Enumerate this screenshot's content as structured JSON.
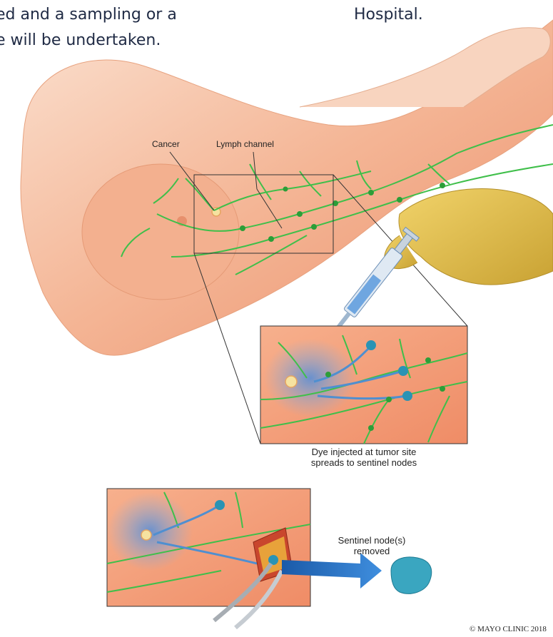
{
  "top_left_text": {
    "line1": "ed and a sampling or a",
    "line2": "e will be undertaken."
  },
  "top_right_text": {
    "line1": "Hospital."
  },
  "illustration": {
    "labels": {
      "cancer": "Cancer",
      "lymph_channel": "Lymph channel"
    },
    "caption_1": {
      "line1": "Dye injected at tumor site",
      "line2": "spreads to sentinel nodes"
    },
    "caption_2": {
      "line1": "Sentinel node(s)",
      "line2": "removed"
    },
    "copyright": "© MAYO CLINIC 2018"
  },
  "colors": {
    "skin": "#f2a07e",
    "skin_light": "#f8c9ae",
    "lymph": "#3fbf4a",
    "dye": "#6fa6e0",
    "glove": "#e6c24a",
    "text_dark": "#1f2a44"
  }
}
